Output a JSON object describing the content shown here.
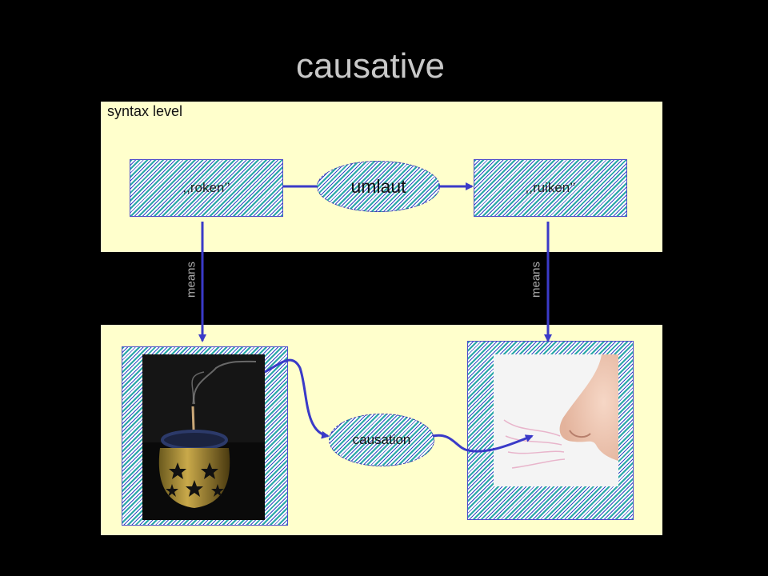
{
  "title": "causative",
  "syntax_panel": {
    "label": "syntax level"
  },
  "words": {
    "source": ",,roken’’",
    "target": ",,ruiken’’"
  },
  "process": {
    "umlaut": "umlaut",
    "causation": "causation"
  },
  "link_labels": {
    "left": "means",
    "right": "means"
  },
  "colors": {
    "background": "#000000",
    "panel": "#ffffcc",
    "arrow": "#3a3ac8",
    "hatch_teal": "#2aa7a7"
  },
  "images": {
    "left": "incense-burner",
    "right": "nose-smelling"
  }
}
